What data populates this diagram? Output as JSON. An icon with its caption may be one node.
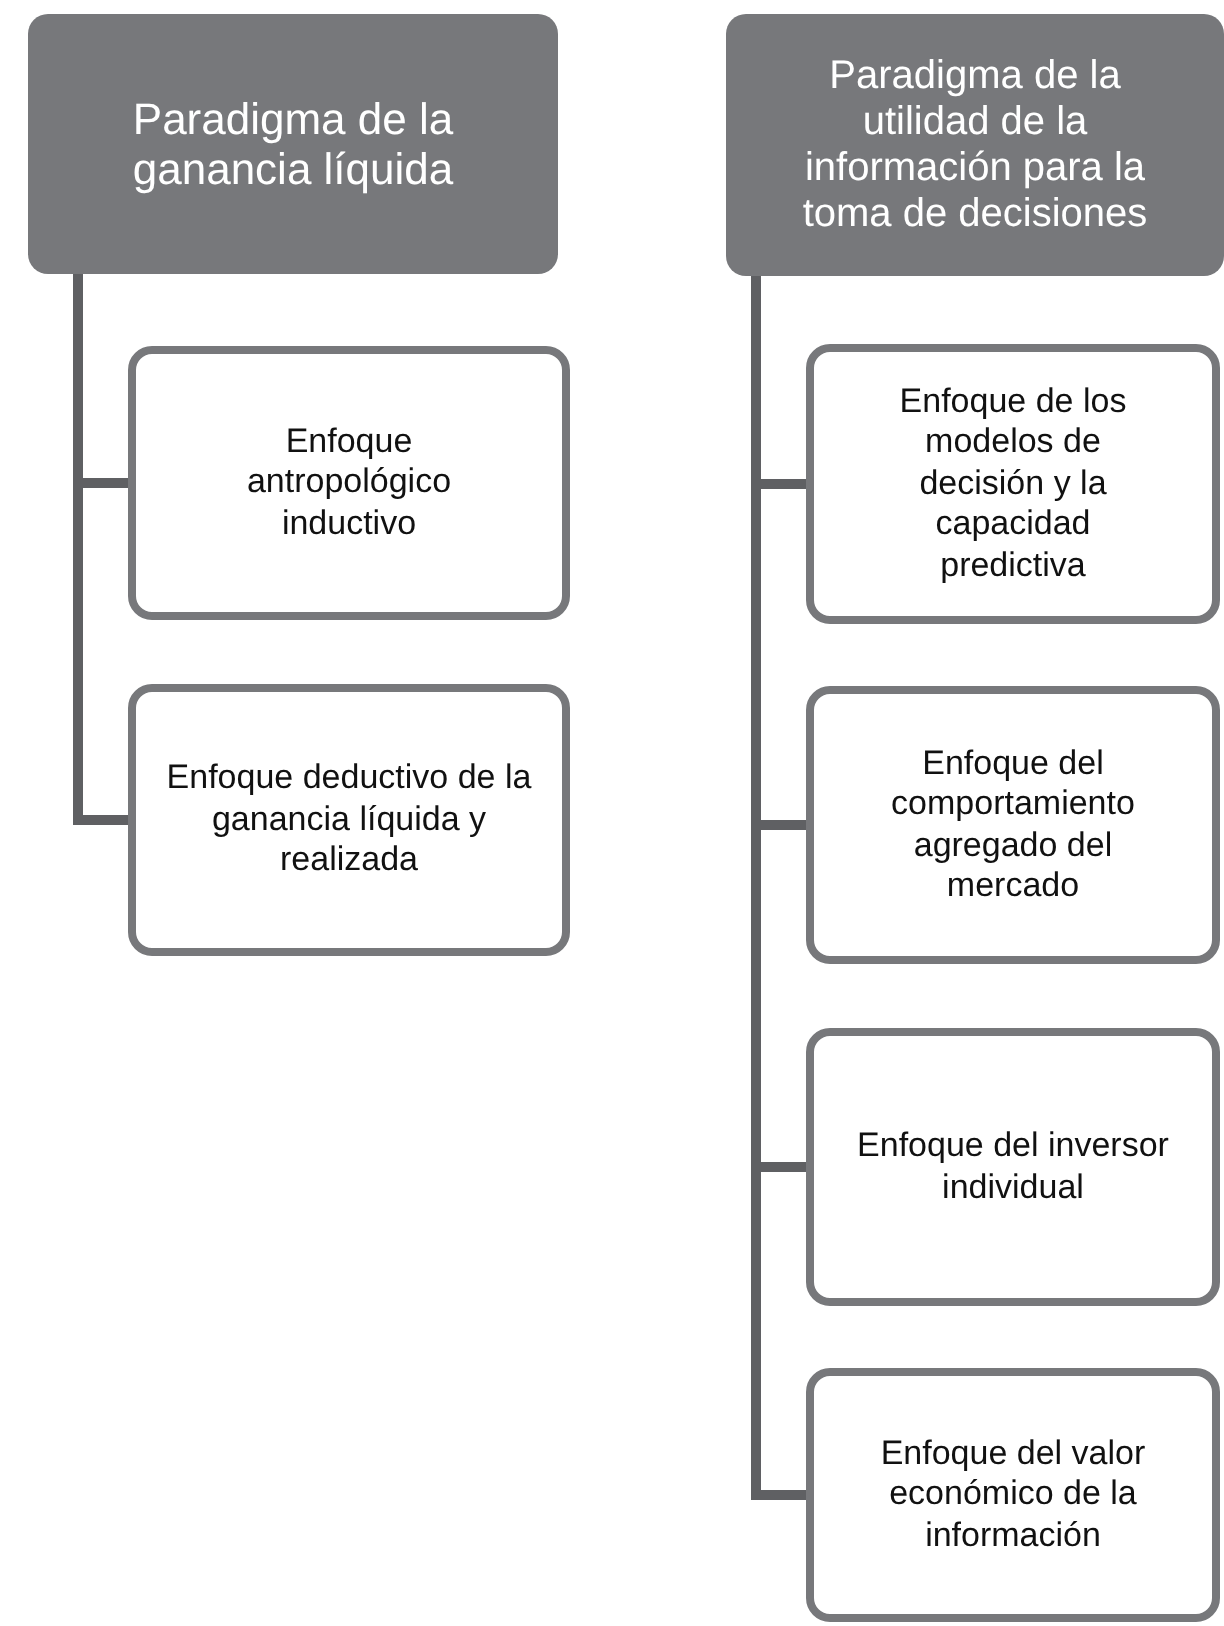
{
  "diagram": {
    "nodes": [
      {
        "text": [
          "Paradigma de la ganancia líquida"
        ]
      },
      {
        "text": [
          "Enfoque antropológico inductivo"
        ]
      },
      {
        "text": [
          "Enfoque deductivo de la ganancia líquida y realizada"
        ]
      },
      {
        "text": [
          "Paradigma de la utilidad de la información para la toma de decisiones"
        ]
      },
      {
        "text": [
          "Enfoque de los modelos de decisión y la capacidad predictiva"
        ]
      },
      {
        "text": [
          "Enfoque del comportamiento agregado del mercado"
        ]
      },
      {
        "text": [
          "Enfoque del inversor individual"
        ]
      },
      {
        "text": [
          "Enfoque del valor económico de la información"
        ]
      }
    ],
    "edges": [
      {
        "from": 0,
        "to": 1,
        "arrow": "none"
      },
      {
        "from": 0,
        "to": 2,
        "arrow": "none"
      },
      {
        "from": 3,
        "to": 4,
        "arrow": "none"
      },
      {
        "from": 3,
        "to": 5,
        "arrow": "none"
      },
      {
        "from": 3,
        "to": 6,
        "arrow": "none"
      },
      {
        "from": 3,
        "to": 7,
        "arrow": "none"
      }
    ]
  }
}
